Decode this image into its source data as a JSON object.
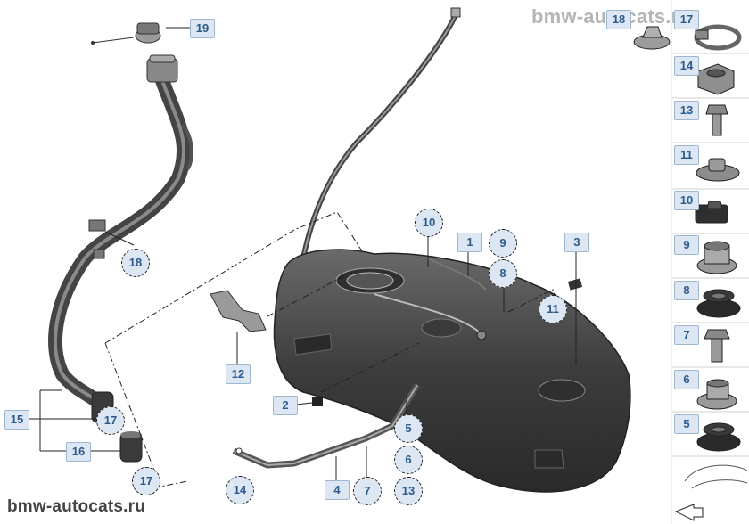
{
  "watermark_top": "bmw-autocats.ru",
  "watermark_bottom": "bmw-autocats.ru",
  "diagram_labels": {
    "l1": "1",
    "l2": "2",
    "l3": "3",
    "l4": "4",
    "l5": "5",
    "l6": "6",
    "l7": "7",
    "l8": "8",
    "l9": "9",
    "l10": "10",
    "l11": "11",
    "l12": "12",
    "l13": "13",
    "l14": "14",
    "l15": "15",
    "l16": "16",
    "l17a": "17",
    "l17b": "17",
    "l18": "18",
    "l19": "19"
  },
  "parts_sidebar": [
    {
      "label": "18",
      "icon": "nut-washer-icon"
    },
    {
      "label": "17",
      "icon": "hose-clamp-icon"
    },
    {
      "label": "14",
      "icon": "hex-nut-icon"
    },
    {
      "label": "13",
      "icon": "bolt-icon"
    },
    {
      "label": "11",
      "icon": "washer-nut-icon"
    },
    {
      "label": "10",
      "icon": "clip-nut-icon"
    },
    {
      "label": "9",
      "icon": "bushing-icon"
    },
    {
      "label": "8",
      "icon": "rubber-grommet-icon"
    },
    {
      "label": "7",
      "icon": "bolt-icon"
    },
    {
      "label": "6",
      "icon": "bushing-icon"
    },
    {
      "label": "5",
      "icon": "rubber-grommet-icon"
    }
  ],
  "colors": {
    "callout_bg": "#dce7f3",
    "callout_text": "#2b5a8c",
    "tank": "#4a4a4a"
  }
}
